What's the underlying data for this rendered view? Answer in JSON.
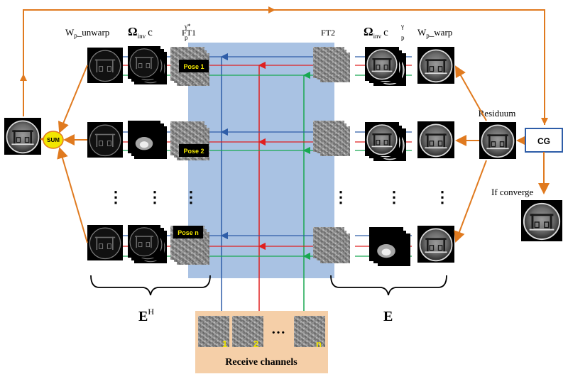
{
  "labels": {
    "wp_unwarp_main": "W",
    "wp_unwarp_sub": "p",
    "wp_unwarp_rest": "_unwarp",
    "omega_inv_left": "Ω",
    "omega_inv_left_sub": "inv",
    "c_left": "c",
    "c_left_sup": "γ*",
    "c_left_sub": "p",
    "ft1": "FT1",
    "ft2": "FT2",
    "omega_inv_right": "Ω",
    "omega_inv_right_sub": "inv",
    "c_right": "c",
    "c_right_sup": "γ",
    "c_right_sub": "p",
    "wp_warp_main": "W",
    "wp_warp_sub": "p",
    "wp_warp_rest": "_warp",
    "residuum": "Residuum",
    "cg": "CG",
    "if_converge": "If converge",
    "sum": "SUM",
    "pose1": "Pose 1",
    "pose2": "Pose 2",
    "posen": "Pose n",
    "eh_main": "E",
    "eh_sup": "H",
    "e_main": "E",
    "receive_channels": "Receive channels",
    "channel_1": "1",
    "channel_2": "2",
    "channel_n": "n",
    "channel_dots": "…",
    "vdots": "⋮"
  },
  "colors": {
    "orange_arrow": "#e07a1f",
    "blue_line": "#2e5da8",
    "red_line": "#e02020",
    "green_line": "#18a850",
    "center_panel": "#a9c2e3",
    "receive_box": "#f5cfa8",
    "sum_fill": "#f2e600",
    "pose_text": "#f2e600",
    "channel_num": "#f2e600"
  },
  "icons": {
    "mri_image": "mri-phantom-image",
    "kspace_image": "kspace-noise-image",
    "sum_node": "sum-circle",
    "cg_box": "cg-box"
  }
}
